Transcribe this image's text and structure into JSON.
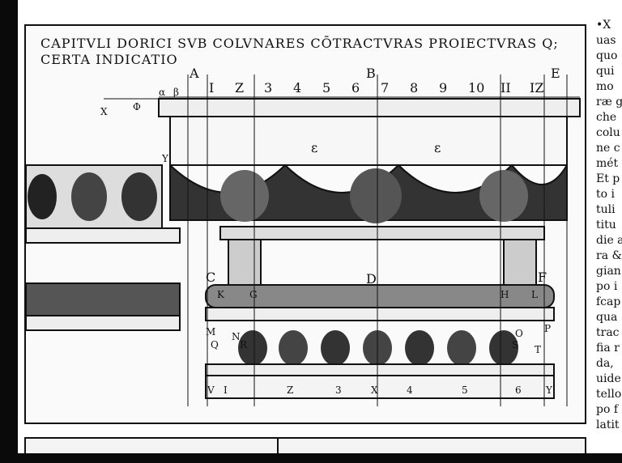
{
  "plate": {
    "title_line1": "CAPITVLI DORICI SVB COLVNARES CŌTRACTVRAS PROIECTVRAS Q;",
    "title_line2": "CERTA INDICATIO"
  },
  "markers": {
    "top_letters": [
      "A",
      "B",
      "E"
    ],
    "top_numbers": [
      "I",
      "Z",
      "3",
      "4",
      "5",
      "6",
      "7",
      "8",
      "9",
      "10",
      "II",
      "IZ"
    ],
    "left_labels": [
      "X",
      "Φ",
      "α",
      "β",
      "Y"
    ],
    "side_letters": [
      "C",
      "D",
      "F",
      "K",
      "G",
      "H",
      "L",
      "M",
      "N",
      "O",
      "P",
      "Q",
      "R",
      "S",
      "T",
      "V",
      "Y"
    ],
    "bottom_numbers": [
      "I",
      "Z",
      "3",
      "X",
      "4",
      "5",
      "6"
    ],
    "echinus_marks": [
      "ε",
      "ε"
    ]
  },
  "right_column_fragments": [
    "•X",
    "uas",
    "quo",
    "qui",
    "mo",
    "ræ g",
    "che",
    "colu",
    "ne c",
    "mét",
    "Et p",
    "to i",
    "tuli",
    "titu",
    "die a",
    "ra &",
    "gian",
    "po i",
    "fcap",
    "qua",
    "trac",
    "fia r",
    "da,",
    "uide",
    "tello",
    "po f",
    "latit"
  ],
  "colors": {
    "ink": "#111111",
    "paper": "#fafafa"
  }
}
